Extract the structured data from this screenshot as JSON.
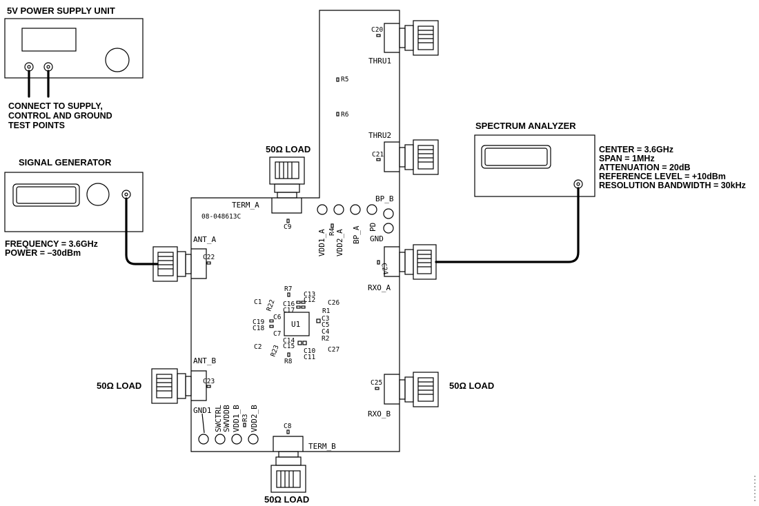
{
  "psu": {
    "title": "5V POWER SUPPLY UNIT",
    "connect_note": [
      "CONNECT TO SUPPLY,",
      "CONTROL AND GROUND",
      "TEST POINTS"
    ]
  },
  "siggen": {
    "title": "SIGNAL GENERATOR",
    "frequency": "FREQUENCY = 3.6GHz",
    "power": "POWER = –30dBm"
  },
  "analyzer": {
    "title": "SPECTRUM ANALYZER",
    "settings": [
      "CENTER = 3.6GHz",
      "SPAN = 1MHz",
      "ATTENUATION = 20dB",
      "REFERENCE LEVEL = +10dBm",
      "RESOLUTION BANDWIDTH = 30kHz"
    ]
  },
  "loads": {
    "term_a": "50Ω LOAD",
    "ant_b": "50Ω LOAD",
    "rxo_b": "50Ω LOAD",
    "term_b": "50Ω LOAD"
  },
  "board": {
    "part_number": "08-048613C",
    "ports": {
      "thru1": "THRU1",
      "thru2": "THRU2",
      "term_a": "TERM_A",
      "term_b": "TERM_B",
      "ant_a": "ANT_A",
      "ant_b": "ANT_B",
      "rxo_a": "RXO_A",
      "rxo_b": "RXO_B",
      "bp_b": "BP_B",
      "gnd": "GND",
      "gnd1": "GND1"
    },
    "test_points": [
      "VDD1_A",
      "VDD2_A",
      "BP_A",
      "PD",
      "SWCTRL",
      "SWVDDB",
      "VDD1_B",
      "VDD2_B"
    ],
    "ic": "U1",
    "designators": {
      "c20": "C20",
      "c21": "C21",
      "c22": "C22",
      "c23": "C23",
      "c24": "C24",
      "c25": "C25",
      "c8": "C8",
      "c9": "C9",
      "r5": "R5",
      "r6": "R6",
      "r4": "R4",
      "r3": "R3",
      "r7": "R7",
      "c13": "C13",
      "c12": "C12",
      "c1": "C1",
      "r22": "R22",
      "c16": "C16",
      "c17": "C17",
      "c26": "C26",
      "r1": "R1",
      "c6": "C6",
      "c3": "C3",
      "c5": "C5",
      "c4": "C4",
      "c19": "C19",
      "c18": "C18",
      "c7": "C7",
      "r2": "R2",
      "c2": "C2",
      "c14": "C14",
      "c15": "C15",
      "c10": "C10",
      "c27": "C27",
      "r23": "R23",
      "c11": "C11",
      "r8": "R8"
    }
  }
}
